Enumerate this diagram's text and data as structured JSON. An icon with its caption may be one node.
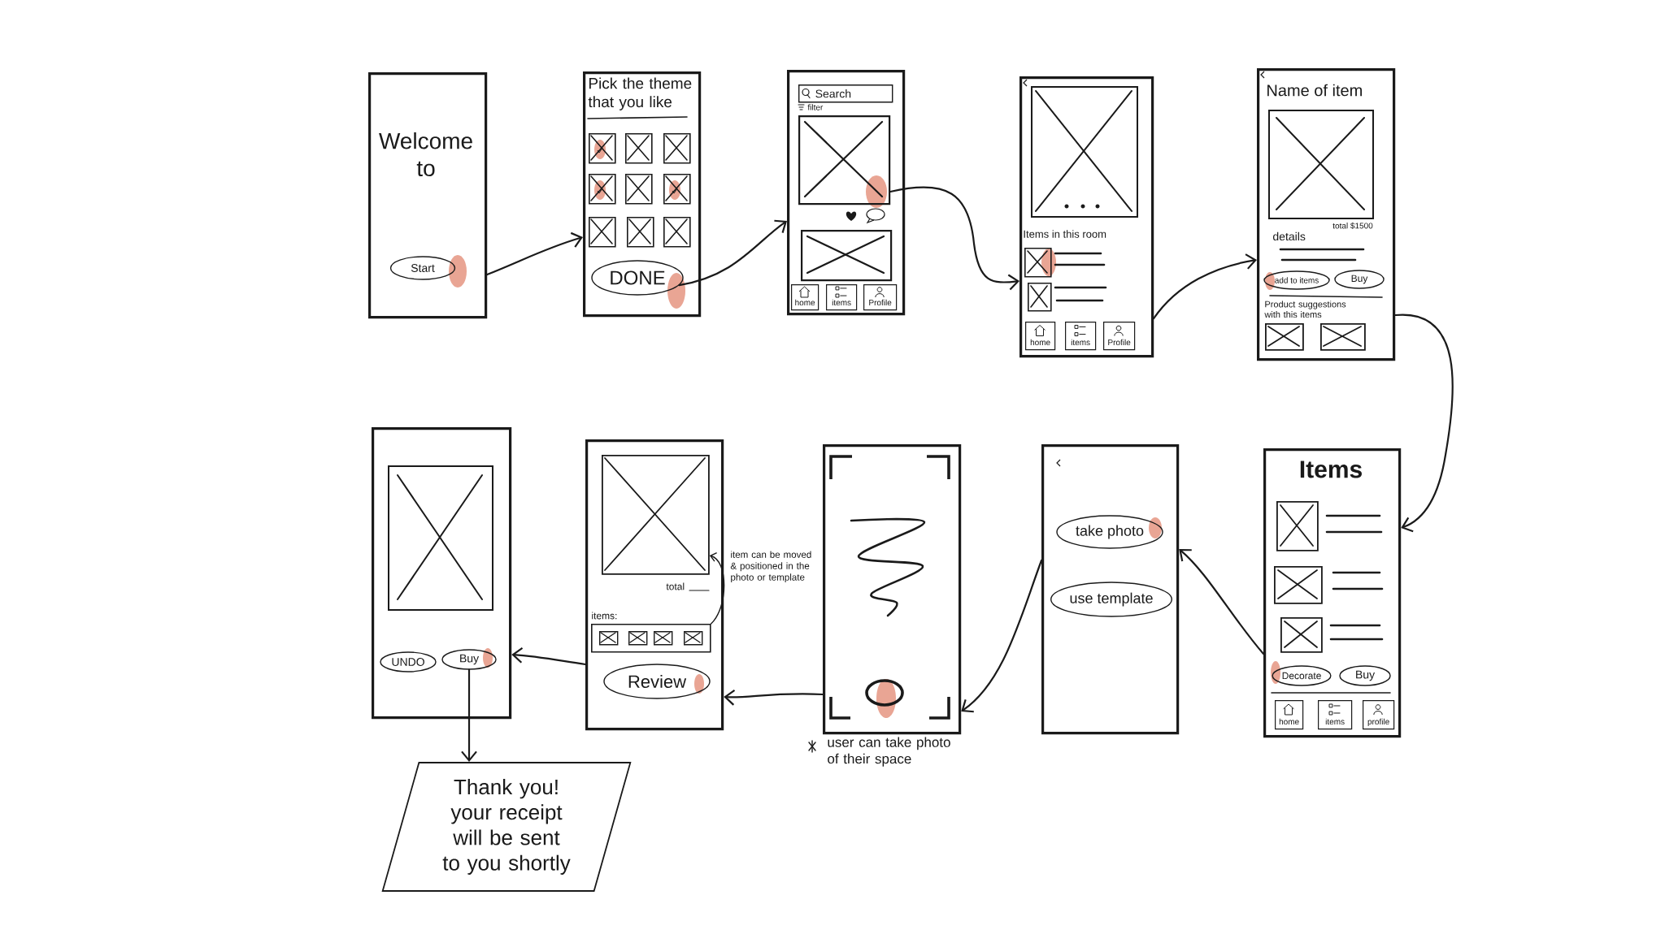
{
  "diagram": {
    "nodes": [
      {
        "text": [
          "Welcome to"
        ]
      },
      {
        "text": [
          "Start"
        ],
        "in": 0
      },
      {
        "text": [
          "Pick the theme that you like"
        ]
      },
      {
        "text": [],
        "shape": "picture",
        "in": 2
      },
      {
        "text": [],
        "shape": "picture",
        "in": 2
      },
      {
        "text": [],
        "shape": "picture",
        "in": 2
      },
      {
        "text": [],
        "shape": "picture",
        "in": 2
      },
      {
        "text": [],
        "shape": "picture",
        "in": 2
      },
      {
        "text": [],
        "shape": "picture",
        "in": 2
      },
      {
        "text": [],
        "shape": "picture",
        "in": 2
      },
      {
        "text": [],
        "shape": "picture",
        "in": 2
      },
      {
        "text": [],
        "shape": "picture",
        "in": 2
      },
      {
        "text": [
          "DONE"
        ],
        "in": 2
      },
      {
        "text": [
          "filter"
        ]
      },
      {
        "text": [
          "Search"
        ],
        "in": 13
      },
      {
        "text": [],
        "shape": "picture",
        "in": 13
      },
      {
        "text": [],
        "shape": "picture",
        "in": 13
      },
      {
        "text": [
          "home"
        ],
        "in": 13
      },
      {
        "text": [
          "items"
        ],
        "in": 13
      },
      {
        "text": [
          "Profile"
        ],
        "in": 13
      },
      {
        "text": [
          "Items in this room"
        ]
      },
      {
        "text": [],
        "shape": "picture",
        "in": 20
      },
      {
        "text": [],
        "shape": "picture",
        "in": 20
      },
      {
        "text": [],
        "shape": "picture",
        "in": 20
      },
      {
        "text": [
          "home"
        ],
        "in": 20
      },
      {
        "text": [
          "items"
        ],
        "in": 20
      },
      {
        "text": [
          "Profile"
        ],
        "in": 20
      },
      {
        "text": [
          "Name of item",
          "total $1500",
          "details",
          "Product suggestions with this items"
        ]
      },
      {
        "text": [],
        "shape": "picture",
        "in": 27
      },
      {
        "text": [
          "add to items"
        ],
        "in": 27
      },
      {
        "text": [
          "Buy"
        ],
        "in": 27
      },
      {
        "text": [],
        "shape": "picture",
        "in": 27
      },
      {
        "text": [],
        "shape": "picture",
        "in": 27
      },
      {
        "text": [
          "Items"
        ]
      },
      {
        "text": [],
        "shape": "picture",
        "in": 33
      },
      {
        "text": [],
        "shape": "picture",
        "in": 33
      },
      {
        "text": [],
        "shape": "picture",
        "in": 33
      },
      {
        "text": [
          "Decorate"
        ],
        "in": 33
      },
      {
        "text": [
          "Buy"
        ],
        "in": 33
      },
      {
        "text": [
          "home"
        ],
        "in": 33
      },
      {
        "text": [
          "items"
        ],
        "in": 33
      },
      {
        "text": [
          "profile"
        ],
        "in": 33
      },
      {
        "text": [],
        "shape": "box"
      },
      {
        "text": [
          "take photo"
        ],
        "in": 42
      },
      {
        "text": [
          "use template"
        ],
        "in": 42
      },
      {
        "text": [],
        "shape": "box",
        "beside": [
          "user can take photo of their space"
        ]
      },
      {
        "text": [
          "total",
          "items:"
        ]
      },
      {
        "text": [],
        "shape": "picture",
        "in": 46
      },
      {
        "text": [],
        "shape": "box",
        "in": 46
      },
      {
        "text": [],
        "shape": "picture",
        "in": 48
      },
      {
        "text": [],
        "shape": "picture",
        "in": 48
      },
      {
        "text": [],
        "shape": "picture",
        "in": 48
      },
      {
        "text": [],
        "shape": "picture",
        "in": 48
      },
      {
        "text": [
          "Review"
        ],
        "in": 46
      },
      {
        "text": [],
        "shape": "box"
      },
      {
        "text": [],
        "shape": "picture",
        "in": 54
      },
      {
        "text": [
          "UNDO"
        ],
        "in": 54
      },
      {
        "text": [
          "Buy"
        ],
        "in": 54
      },
      {
        "text": [
          "Thank you! your receipt will be sent to you shortly"
        ]
      }
    ],
    "edges": [
      {
        "from": 0,
        "to": 2,
        "arrow": "to"
      },
      {
        "from": 12,
        "to": 13,
        "arrow": "to"
      },
      {
        "from": 15,
        "to": 20,
        "arrow": "to"
      },
      {
        "from": 20,
        "to": 27,
        "arrow": "to"
      },
      {
        "from": 27,
        "to": 33,
        "arrow": "to"
      },
      {
        "from": 33,
        "to": 42,
        "arrow": "to"
      },
      {
        "from": 42,
        "to": 45,
        "arrow": "to"
      },
      {
        "from": 45,
        "to": 46,
        "arrow": "to"
      },
      {
        "from": 46,
        "to": 54,
        "arrow": "to"
      },
      {
        "from": 57,
        "to": 58,
        "arrow": "to"
      },
      {
        "from": 48,
        "to": 47,
        "arrow": "to",
        "label": "item can be moved & positioned in the photo or template"
      }
    ]
  }
}
